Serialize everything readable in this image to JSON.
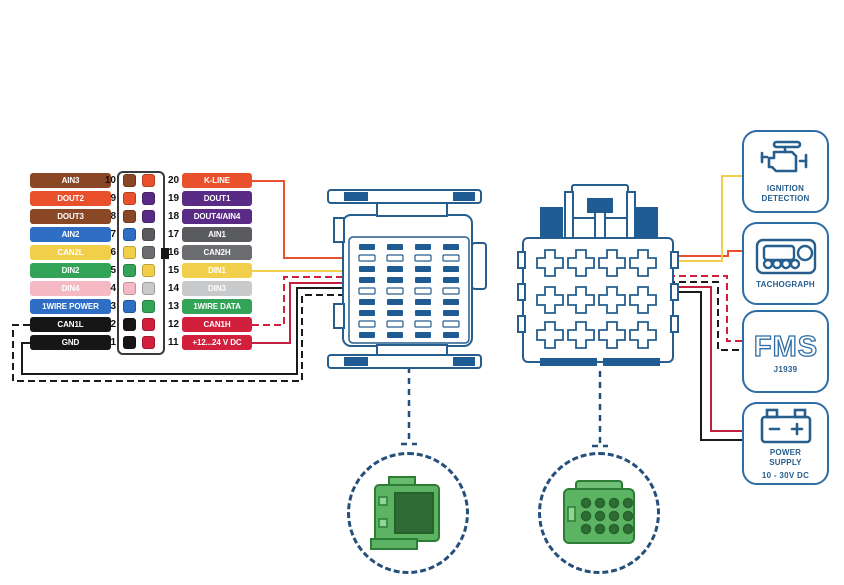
{
  "palette": {
    "outline_navy": "#255e8e",
    "box_border": "#2e6da4",
    "label_navy": "#265e8d",
    "dashed_circle": "#254f7b",
    "connector_green": "#5cb363"
  },
  "pinout": {
    "rows": [
      {
        "left": {
          "pin": "10",
          "label": "AIN3",
          "color": "#8a4726",
          "striped": false
        },
        "right": {
          "pin": "20",
          "label": "K-LINE",
          "color": "#e8512b",
          "striped": false
        }
      },
      {
        "left": {
          "pin": "9",
          "label": "DOUT2",
          "color": "#e8512b",
          "striped": true
        },
        "right": {
          "pin": "19",
          "label": "DOUT1",
          "color": "#5a2b84",
          "striped": false
        }
      },
      {
        "left": {
          "pin": "8",
          "label": "DOUT3",
          "color": "#8a4726",
          "striped": true
        },
        "right": {
          "pin": "18",
          "label": "DOUT4/AIN4",
          "color": "#5a2b84",
          "striped": true
        }
      },
      {
        "left": {
          "pin": "7",
          "label": "AIN2",
          "color": "#2f6ec5",
          "striped": true
        },
        "right": {
          "pin": "17",
          "label": "AIN1",
          "color": "#5a5b5e",
          "striped": false
        }
      },
      {
        "left": {
          "pin": "6",
          "label": "CAN2L",
          "color": "#f2cf4a",
          "striped": true
        },
        "right": {
          "pin": "16",
          "label": "CAN2H",
          "color": "#6b6d70",
          "striped": true
        }
      },
      {
        "left": {
          "pin": "5",
          "label": "DIN2",
          "color": "#33a457",
          "striped": true
        },
        "right": {
          "pin": "15",
          "label": "DIN1",
          "color": "#f2cf4a",
          "striped": false
        }
      },
      {
        "left": {
          "pin": "4",
          "label": "DIN4",
          "color": "#f4b9c3",
          "striped": false
        },
        "right": {
          "pin": "14",
          "label": "DIN3",
          "color": "#c8c9cb",
          "striped": false
        }
      },
      {
        "left": {
          "pin": "3",
          "label": "1WIRE POWER",
          "color": "#2f6ec5",
          "striped": false
        },
        "right": {
          "pin": "13",
          "label": "1WIRE DATA",
          "color": "#33a457",
          "striped": false
        }
      },
      {
        "left": {
          "pin": "2",
          "label": "CAN1L",
          "color": "#161616",
          "striped": true
        },
        "right": {
          "pin": "12",
          "label": "CAN1H",
          "color": "#d2203c",
          "striped": true
        }
      },
      {
        "left": {
          "pin": "1",
          "label": "GND",
          "color": "#161616",
          "striped": false
        },
        "right": {
          "pin": "11",
          "label": "+12...24 V DC",
          "color": "#d2203c",
          "striped": false
        }
      }
    ]
  },
  "wires": {
    "k_line": {
      "color": "#e8512b",
      "style": "solid",
      "from": "pin 20 K-LINE",
      "to": "TACHOGRAPH"
    },
    "din1": {
      "color": "#f2cf4a",
      "style": "solid",
      "from": "pin 15 DIN1",
      "to": "IGNITION DETECTION"
    },
    "can1h": {
      "color": "#d2203c",
      "style": "dashed",
      "from": "pin 12 CAN1H",
      "to": "FMS J1939"
    },
    "can1l": {
      "color": "#1a1a1a",
      "style": "dashed",
      "from": "pin 2 CAN1L",
      "to": "FMS J1939"
    },
    "power": {
      "color": "#c2203c",
      "style": "solid",
      "from": "pin 11 +12...24 V DC",
      "to": "POWER SUPPLY"
    },
    "gnd": {
      "color": "#1a1a1a",
      "style": "solid",
      "from": "pin 1 GND",
      "to": "POWER SUPPLY"
    },
    "drop": {
      "color": "#254f7b",
      "style": "dashed"
    }
  },
  "devices": [
    {
      "label": "IGNITION DETECTION"
    },
    {
      "label": "TACHOGRAPH"
    },
    {
      "label": "FMS",
      "sublabel": "J1939"
    },
    {
      "label": "POWER SUPPLY",
      "sublabel": "10 - 30V DC"
    }
  ]
}
